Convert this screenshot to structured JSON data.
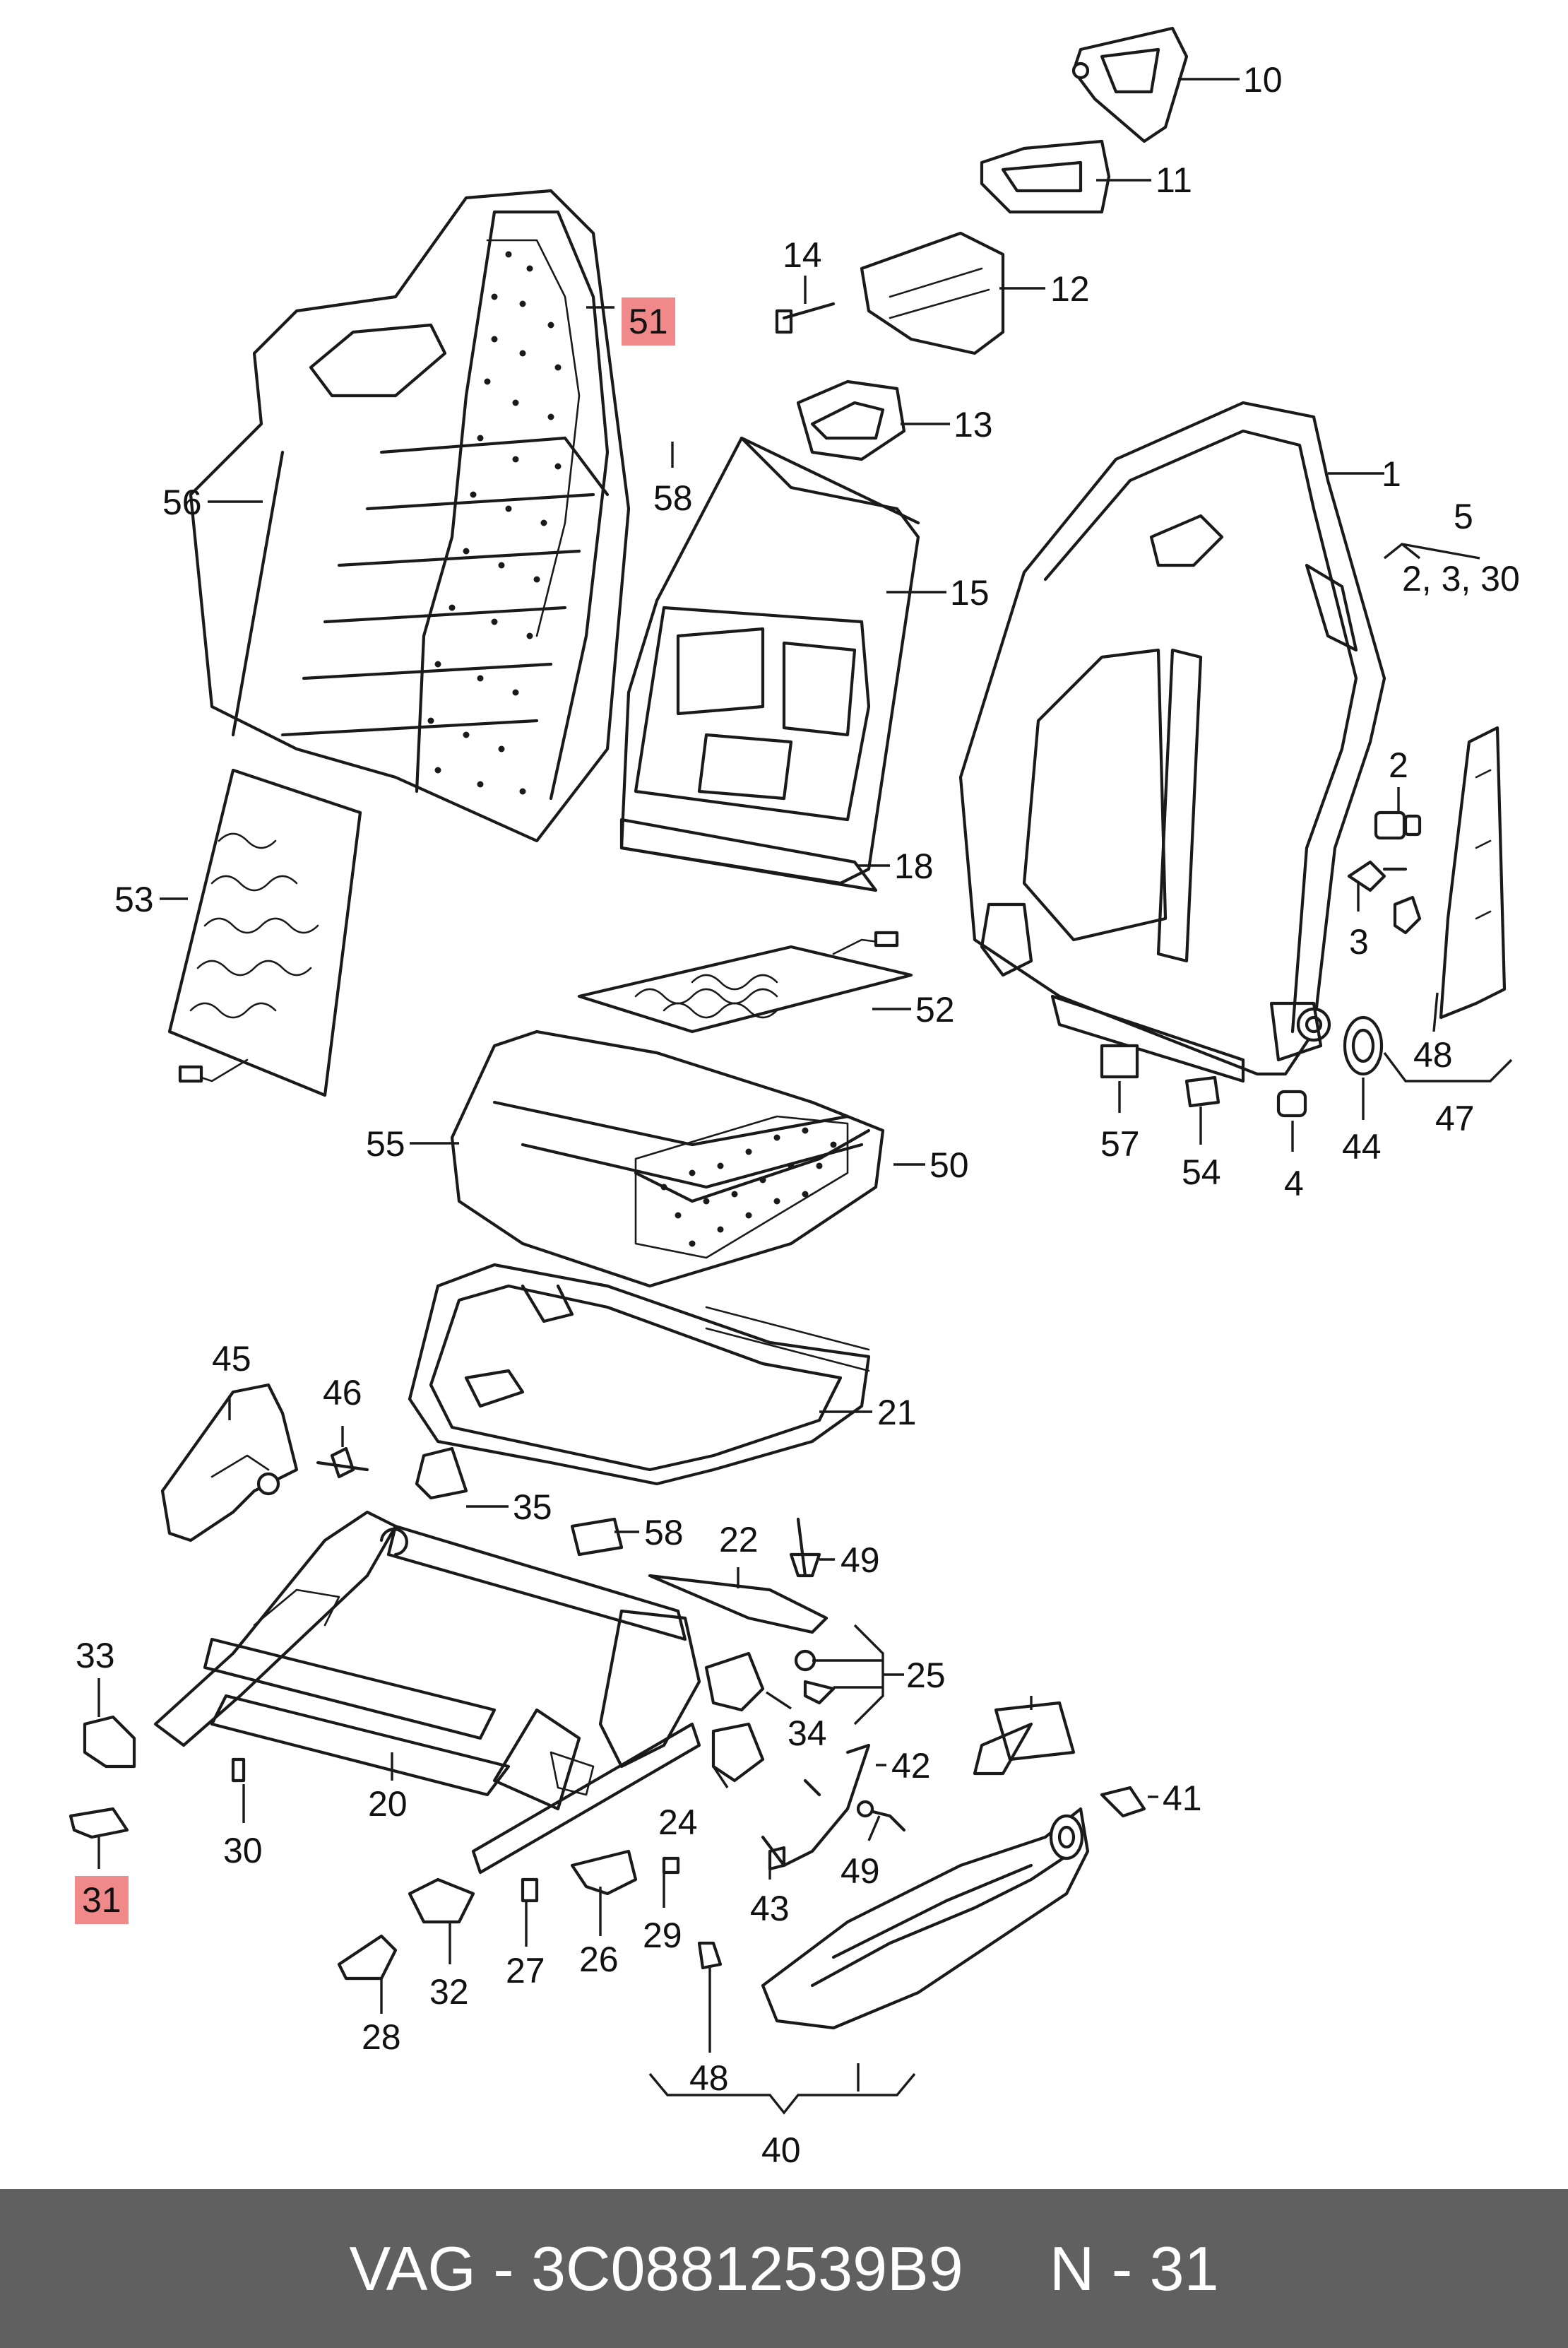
{
  "diagram": {
    "callouts": {
      "c1": "1",
      "c2": "2",
      "c3": "3",
      "c4": "4",
      "c5": "5",
      "c5_sub": "2, 3, 30",
      "c10": "10",
      "c11": "11",
      "c12": "12",
      "c13": "13",
      "c14": "14",
      "c15": "15",
      "c18": "18",
      "c20": "20",
      "c21": "21",
      "c22": "22",
      "c24": "24",
      "c25": "25",
      "c26": "26",
      "c27": "27",
      "c28": "28",
      "c29": "29",
      "c30": "30",
      "c30b": "30",
      "c31": "31",
      "c32": "32",
      "c33": "33",
      "c34": "34",
      "c35": "35",
      "c40": "40",
      "c41": "41",
      "c42": "42",
      "c43": "43",
      "c44": "44",
      "c45": "45",
      "c46": "46",
      "c47": "47",
      "c48": "48",
      "c48b": "48",
      "c49": "49",
      "c49b": "49",
      "c50": "50",
      "c51": "51",
      "c52": "52",
      "c53": "53",
      "c54": "54",
      "c55": "55",
      "c56": "56",
      "c57": "57",
      "c58": "58",
      "c58b": "58"
    },
    "highlighted": [
      "51",
      "31"
    ],
    "highlight_color": "#f08a8a"
  },
  "footer": {
    "text": "VAG - 3C08812539B9     N - 31",
    "background": "#606060"
  }
}
